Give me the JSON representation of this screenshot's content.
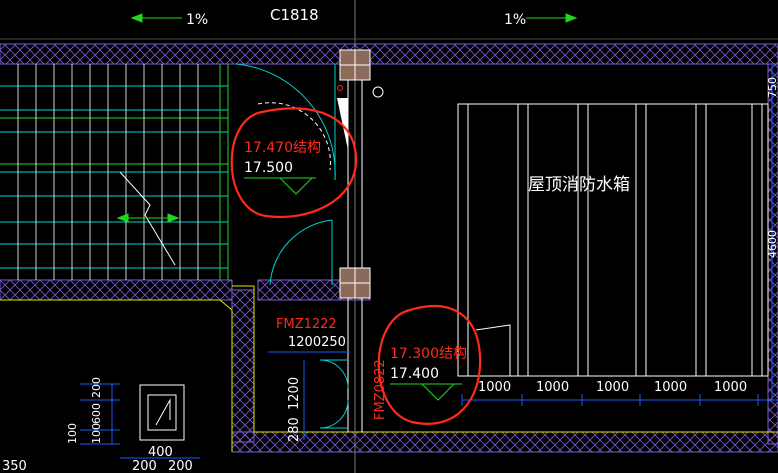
{
  "drawing": {
    "window_label": "C1818",
    "slope_left": "1%",
    "slope_right": "1%",
    "room_label": "屋顶消防水箱",
    "top_dim": "750",
    "right_dim": "4600",
    "annotation_upper": {
      "structural": "17.470结构",
      "finish": "17.500"
    },
    "annotation_lower": {
      "structural": "17.300结构",
      "finish": "17.400"
    },
    "door_label": "FMZ1222",
    "door_dims": "1200250",
    "side_label": "FMZ0822",
    "vertical_dim_a": "1200",
    "vertical_dim_b": "280",
    "tank_dims": [
      "1000",
      "1000",
      "1000",
      "1000",
      "1000"
    ],
    "left_vdims": [
      "200",
      "600",
      "100",
      "100"
    ],
    "bottom_dims": [
      "350",
      "400",
      "200",
      "200"
    ],
    "colors": {
      "background": "#000000",
      "wall": "#7b5bd6",
      "dimension": "#1a5bff",
      "text": "#ffffff",
      "green": "#1ed81e",
      "cyan": "#00d2d2",
      "red": "#ff2a1a",
      "yellow": "#e6e600",
      "column": "#8c6a5a"
    }
  }
}
